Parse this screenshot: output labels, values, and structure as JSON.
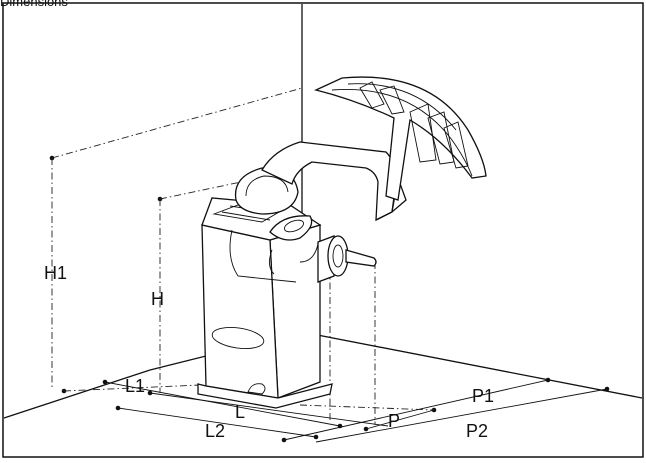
{
  "top_caption": "Dimensions",
  "labels": {
    "h1": "H1",
    "h": "H",
    "l1": "L1",
    "l": "L",
    "l2": "L2",
    "p": "P",
    "p1": "P1",
    "p2": "P2"
  }
}
